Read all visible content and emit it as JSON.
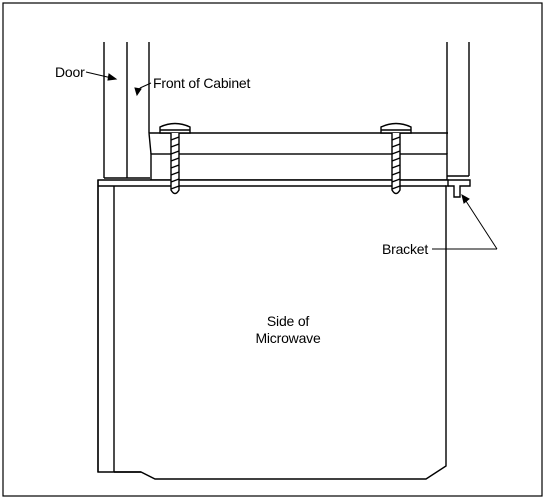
{
  "labels": {
    "door": "Door",
    "front_of_cabinet": "Front of Cabinet",
    "bracket": "Bracket",
    "side_of_microwave_line1": "Side of",
    "side_of_microwave_line2": "Microwave"
  },
  "colors": {
    "line": "#000000",
    "background": "#ffffff"
  }
}
